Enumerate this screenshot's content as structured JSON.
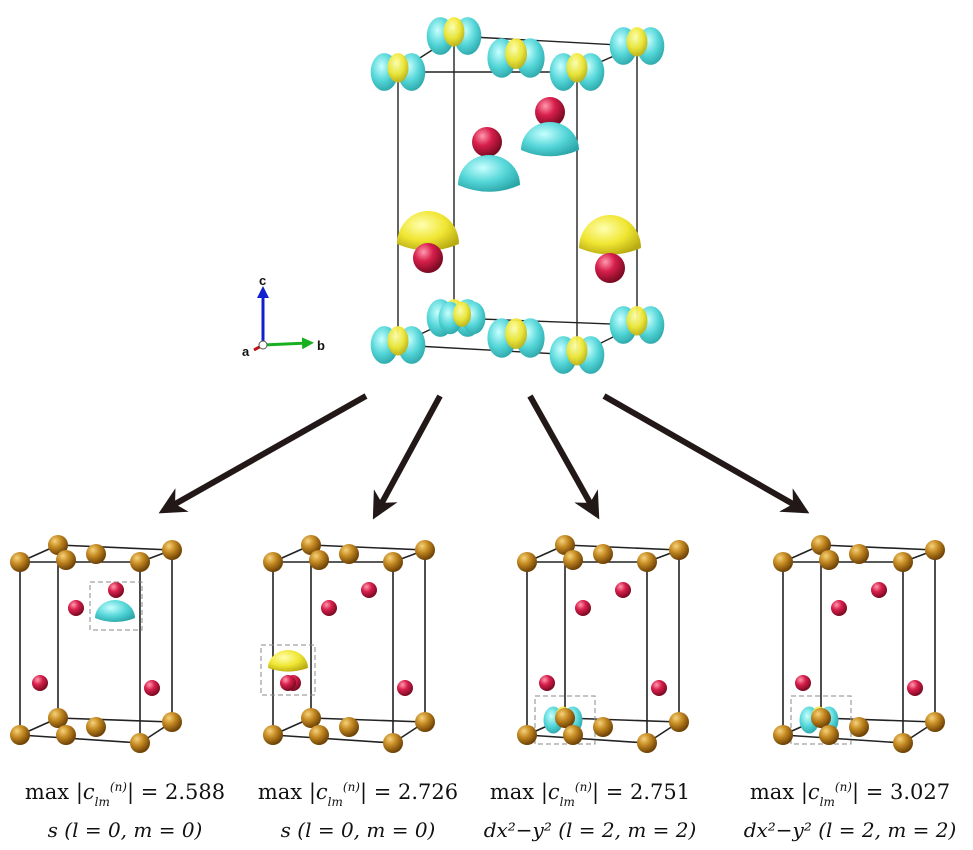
{
  "axes": {
    "c": "c",
    "a": "a",
    "b": "b"
  },
  "panels": [
    {
      "max_value": "2.588",
      "orbital": "s",
      "qn": "(l = 0,  m = 0)",
      "lobe": "cyan-bottom"
    },
    {
      "max_value": "2.726",
      "orbital": "s",
      "qn": "(l = 0,  m = 0)",
      "lobe": "yellow-top"
    },
    {
      "max_value": "2.751",
      "orbital": "dx²−y²",
      "qn": "(l = 2,  m = 2)",
      "lobe": "d-orbital"
    },
    {
      "max_value": "3.027",
      "orbital": "dx²−y²",
      "qn": "(l = 2,  m = 2)",
      "lobe": "d-orbital"
    }
  ],
  "colors": {
    "cu": "#b07a1e",
    "o": "#d0204a",
    "cyan": "#5fd3d3",
    "yellow": "#f2ea3c",
    "edge": "#222222",
    "arrow": "#221818"
  }
}
